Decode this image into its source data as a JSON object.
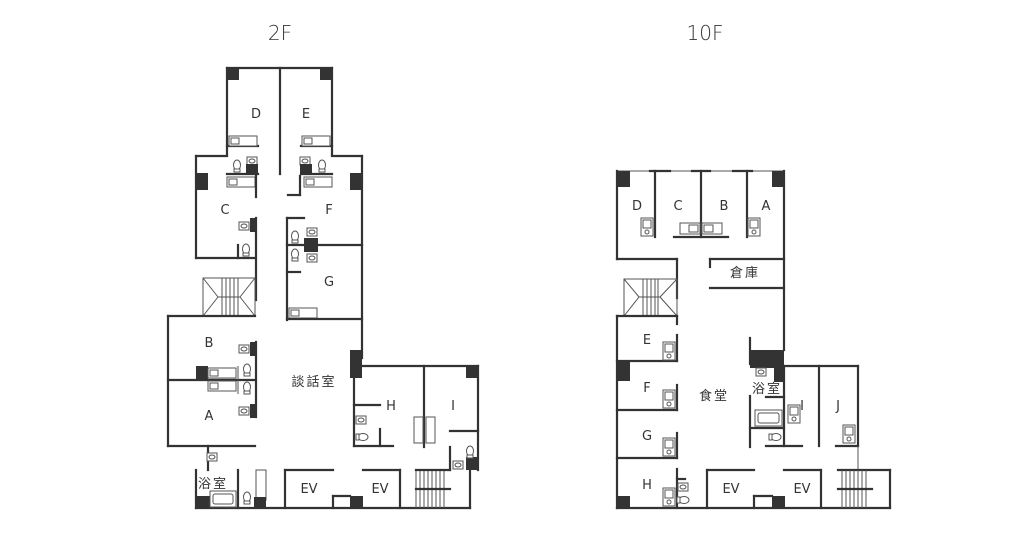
{
  "floors": [
    {
      "title": "2F",
      "rooms": [
        "A",
        "B",
        "C",
        "D",
        "E",
        "F",
        "G",
        "H",
        "I"
      ],
      "areas": {
        "lounge": "談話室",
        "bath": "浴室",
        "elevator_1": "EV",
        "elevator_2": "EV"
      }
    },
    {
      "title": "10F",
      "rooms": [
        "A",
        "B",
        "C",
        "D",
        "E",
        "F",
        "G",
        "H",
        "I",
        "J"
      ],
      "areas": {
        "storage": "倉庫",
        "dining": "食堂",
        "bath": "浴室",
        "elevator_1": "EV",
        "elevator_2": "EV"
      }
    }
  ],
  "colors": {
    "wall": "#333333",
    "column": "#333333",
    "fixture": "#555555",
    "background": "#ffffff"
  }
}
